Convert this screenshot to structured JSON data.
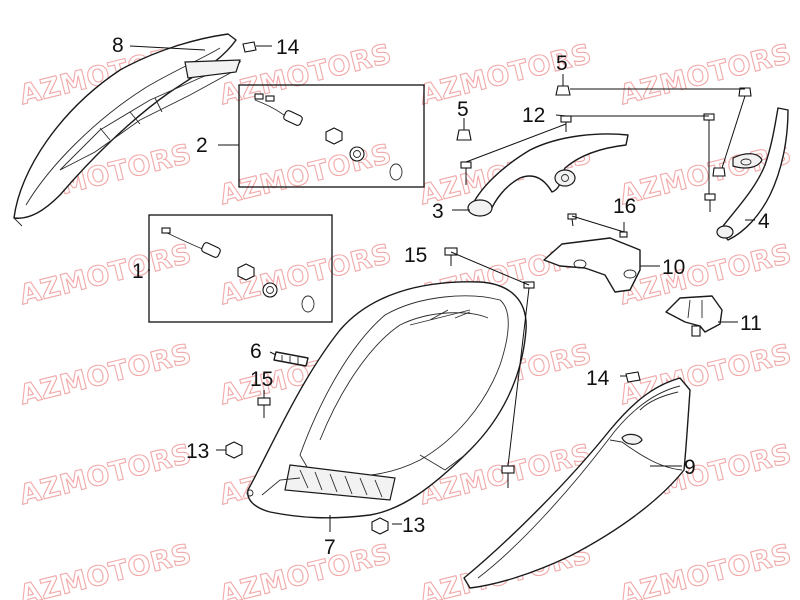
{
  "watermark": {
    "text": "AZMOTORS",
    "color": "#f2a9a9"
  },
  "callouts": {
    "n1": "1",
    "n2": "2",
    "n3": "3",
    "n4": "4",
    "n5a": "5",
    "n5b": "5",
    "n6": "6",
    "n7": "7",
    "n8": "8",
    "n9": "9",
    "n10": "10",
    "n11": "11",
    "n12": "12",
    "n13a": "13",
    "n13b": "13",
    "n14a": "14",
    "n14b": "14",
    "n15a": "15",
    "n15b": "15",
    "n16": "16"
  }
}
